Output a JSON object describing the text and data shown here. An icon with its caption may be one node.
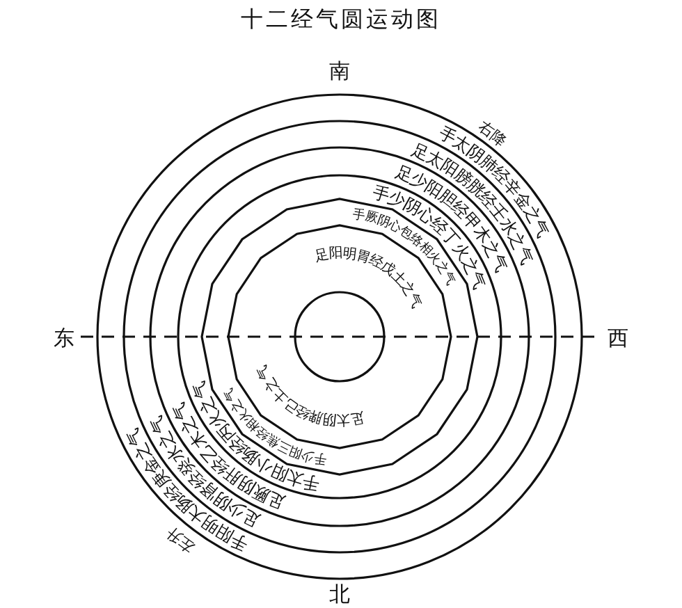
{
  "diagram": {
    "title": "十二经气圆运动图",
    "labels": [
      "南",
      "手太阴肺经辛金之气",
      "右降",
      "足太阳膀胱经壬水之气",
      "足少阳胆经甲木之气",
      "手少阴心经丁火之气",
      "手厥阴心包络相火之气",
      "足阳明胃经戊土之气",
      "东",
      "西",
      "足太阴脾经己土之气",
      "手少阳三焦经相火之气",
      "手太阳小肠经丙火之气",
      "足厥阴肝经乙木之气",
      "足少阴肾经癸水之气",
      "手阳明大肠经庚金之气",
      "左升",
      "北"
    ]
  }
}
